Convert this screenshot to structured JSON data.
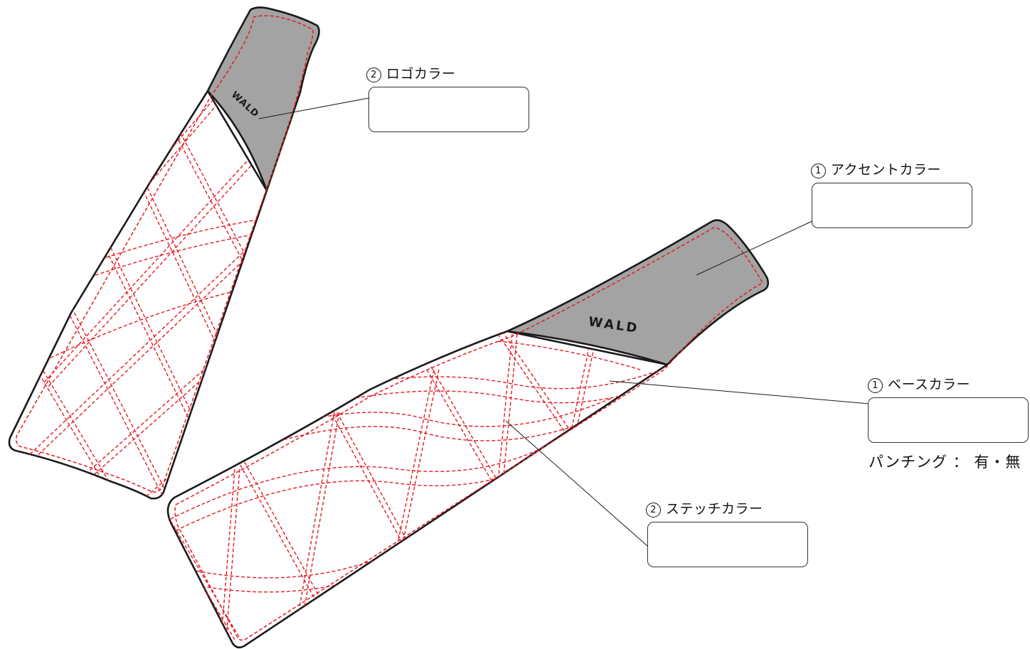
{
  "brand": {
    "logo_text": "WALD"
  },
  "colors": {
    "outline": "#1a1a1a",
    "stitch": "#e31b23",
    "accent_fill": "#a3a3a3",
    "base_fill": "#ffffff"
  },
  "callouts": {
    "logo": {
      "number": "2",
      "label": "ロゴカラー",
      "value": ""
    },
    "accent": {
      "number": "1",
      "label": "アクセントカラー",
      "value": ""
    },
    "base": {
      "number": "1",
      "label": "ベースカラー",
      "value": ""
    },
    "stitch": {
      "number": "2",
      "label": "ステッチカラー",
      "value": ""
    }
  },
  "punching": {
    "text": "パンチング ： 有・無"
  }
}
